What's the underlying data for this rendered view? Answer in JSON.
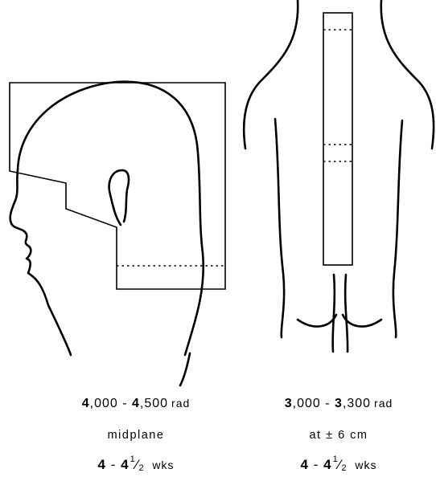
{
  "head_caption": {
    "dose_from": "4",
    "dose_from_rest": ",000",
    "dash": " - ",
    "dose_to": "4",
    "dose_to_rest": ",500",
    "unit": "rad",
    "location": "midplane",
    "weeks_from": "4",
    "weeks_dash": "-",
    "weeks_whole": "4",
    "weeks_num": "1",
    "weeks_slash": "⁄",
    "weeks_den": "2",
    "weeks_unit": "wks"
  },
  "spine_caption": {
    "dose_from": "3",
    "dose_from_rest": ",000",
    "dash": " - ",
    "dose_to": "3",
    "dose_to_rest": ",300",
    "unit": "rad",
    "location": "at ± 6 cm",
    "weeks_from": "4",
    "weeks_dash": "-",
    "weeks_whole": "4",
    "weeks_num": "1",
    "weeks_slash": "⁄",
    "weeks_den": "2",
    "weeks_unit": "wks"
  }
}
